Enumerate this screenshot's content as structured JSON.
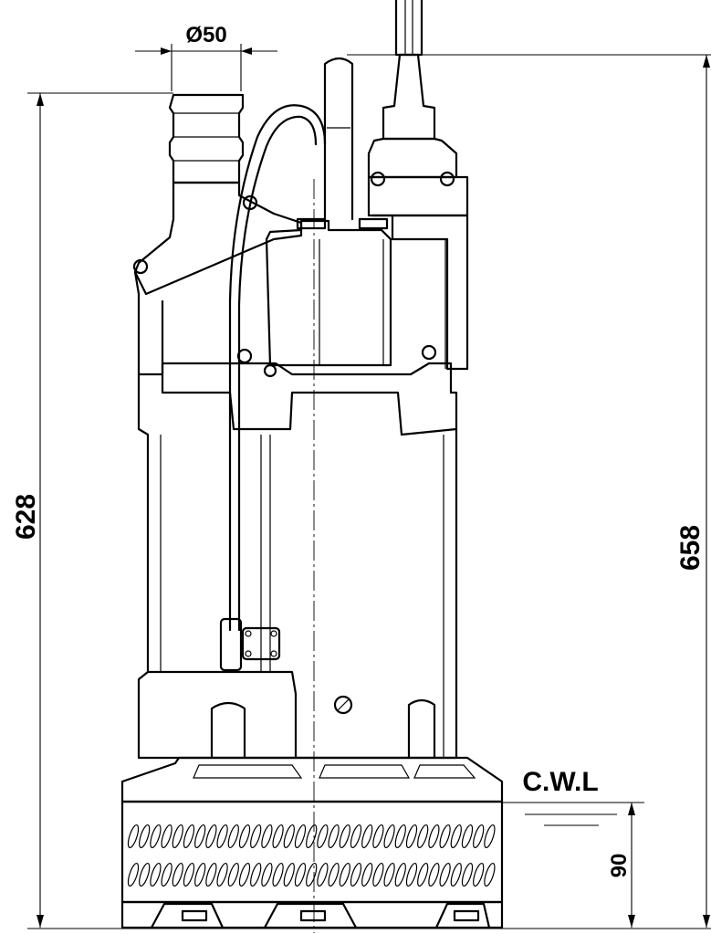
{
  "dimensions": {
    "outlet_diameter": "Ø50",
    "height_total_body": "628",
    "height_total_with_cable": "658",
    "water_level_height": "90"
  },
  "labels": {
    "cwl": "C.W.L"
  },
  "colors": {
    "line": "#000000",
    "background": "#ffffff"
  }
}
